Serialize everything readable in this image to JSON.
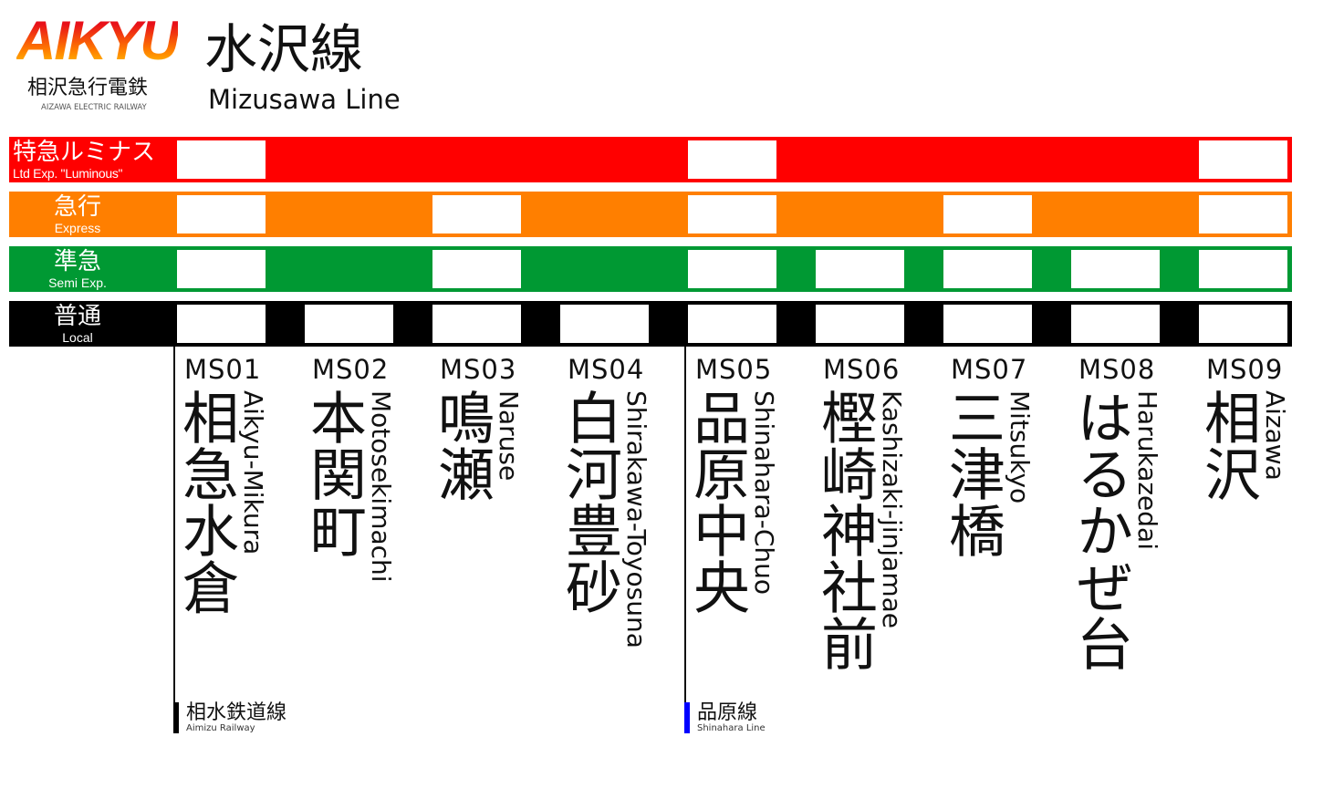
{
  "logo": {
    "wordmark": "AIKYU",
    "name_jp": "相沢急行電鉄",
    "name_en": "AIZAWA ELECTRIC RAILWAY"
  },
  "title": {
    "jp": "水沢線",
    "en": "Mizusawa Line"
  },
  "services": [
    {
      "jp": "特急ルミナス",
      "en": "Ltd Exp. \"Luminous\"",
      "color": "#ff0000",
      "stops": [
        1,
        5,
        9
      ]
    },
    {
      "jp": "急行",
      "en": "Express",
      "color": "#ff7f00",
      "stops": [
        1,
        3,
        5,
        7,
        9
      ]
    },
    {
      "jp": "準急",
      "en": "Semi Exp.",
      "color": "#009933",
      "stops": [
        1,
        3,
        5,
        6,
        7,
        8,
        9
      ]
    },
    {
      "jp": "普通",
      "en": "Local",
      "color": "#000000",
      "stops": [
        1,
        2,
        3,
        4,
        5,
        6,
        7,
        8,
        9
      ]
    }
  ],
  "stations": [
    {
      "code": "MS01",
      "jp": "相急水倉",
      "en": "Aikyu-Mikura"
    },
    {
      "code": "MS02",
      "jp": "本関町",
      "en": "Motosekimachi"
    },
    {
      "code": "MS03",
      "jp": "鳴瀬",
      "en": "Naruse"
    },
    {
      "code": "MS04",
      "jp": "白河豊砂",
      "en": "Shirakawa-Toyosuna"
    },
    {
      "code": "MS05",
      "jp": "品原中央",
      "en": "Shinahara-Chuo"
    },
    {
      "code": "MS06",
      "jp": "樫崎神社前",
      "en": "Kashizaki-jinjamae"
    },
    {
      "code": "MS07",
      "jp": "三津橋",
      "en": "Mitsukyo"
    },
    {
      "code": "MS08",
      "jp": "はるかぜ台",
      "en": "Harukazedai"
    },
    {
      "code": "MS09",
      "jp": "相沢",
      "en": "Aizawa"
    }
  ],
  "transfers": [
    {
      "station": 1,
      "jp": "相水鉄道線",
      "en": "Aimizu Railway",
      "color": "#000000"
    },
    {
      "station": 5,
      "jp": "品原線",
      "en": "Shinahara Line",
      "color": "#0000ff"
    }
  ]
}
